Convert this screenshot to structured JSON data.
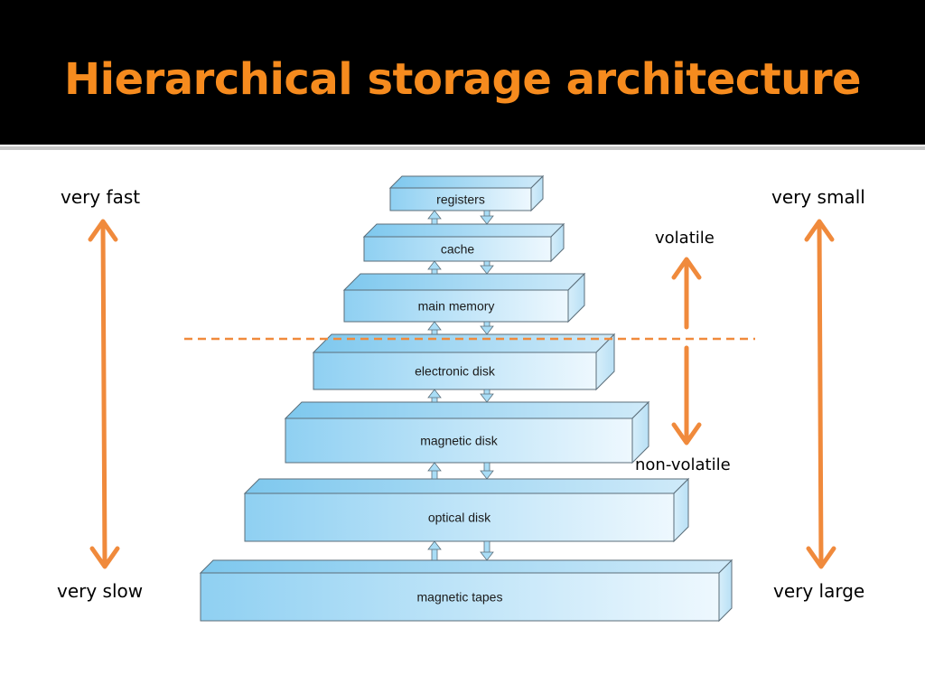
{
  "title": "Hierarchical storage architecture",
  "labels": {
    "very_fast": "very fast",
    "very_slow": "very slow",
    "very_small": "very small",
    "very_large": "very large",
    "volatile": "volatile",
    "non_volatile": "non-volatile"
  },
  "tiers": [
    "registers",
    "cache",
    "main memory",
    "electronic disk",
    "magnetic disk",
    "optical disk",
    "magnetic tapes"
  ],
  "colors": {
    "title": "#f68b1e",
    "arrow": "#f08a3c",
    "tier_dark": "#7ec8ee",
    "tier_light": "#eaf6fd",
    "tier_outline": "#5b6e7a",
    "title_bar": "#000000"
  }
}
